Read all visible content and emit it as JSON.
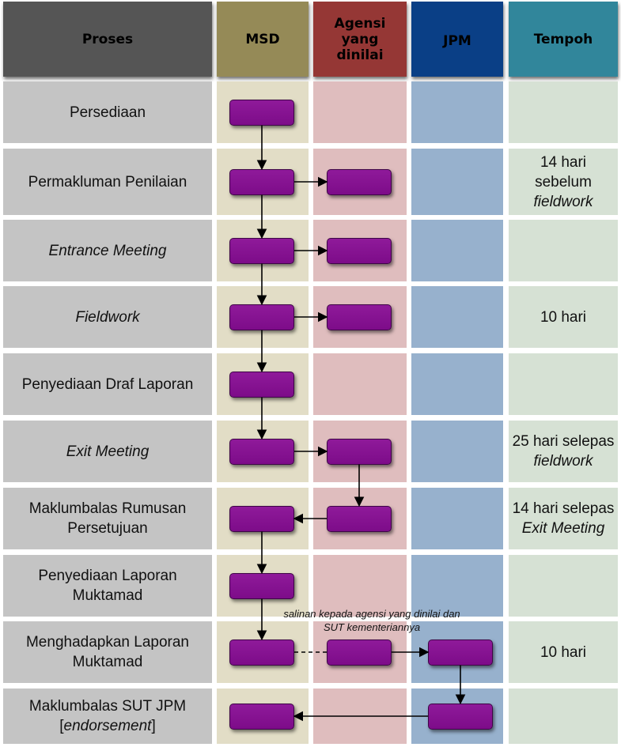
{
  "headers": {
    "proses": "Proses",
    "msd": "MSD",
    "agensi_line1": "Agensi",
    "agensi_line2": "yang",
    "agensi_line3": "dinilai",
    "jpm": "JPM",
    "tempoh": "Tempoh"
  },
  "header_colors": {
    "proses": "#555555",
    "msd": "#958a57",
    "agensi": "#953735",
    "jpm": "#0a3f86",
    "tempoh": "#31869b"
  },
  "lane_colors": {
    "proses": "#c4c4c4",
    "msd": "#e2ddc6",
    "agensi": "#dfbdbe",
    "jpm": "#97b1cd",
    "tempoh": "#d6e1d4"
  },
  "box_color": "#7d0c89",
  "rows": [
    {
      "process": [
        "Persediaan"
      ],
      "process_italic": false,
      "tempoh": []
    },
    {
      "process": [
        "Permakluman Penilaian"
      ],
      "process_italic": false,
      "tempoh": [
        {
          "text": "14 hari",
          "italic": false
        },
        {
          "text": "sebelum",
          "italic": false
        },
        {
          "text": "fieldwork",
          "italic": true
        }
      ]
    },
    {
      "process": [
        "Entrance Meeting"
      ],
      "process_italic": true,
      "tempoh": []
    },
    {
      "process": [
        "Fieldwork"
      ],
      "process_italic": true,
      "tempoh": [
        {
          "text": "10 hari",
          "italic": false
        }
      ]
    },
    {
      "process": [
        "Penyediaan Draf Laporan"
      ],
      "process_italic": false,
      "tempoh": []
    },
    {
      "process": [
        "Exit Meeting"
      ],
      "process_italic": true,
      "tempoh": [
        {
          "text": "25 hari selepas",
          "italic": false
        },
        {
          "text": "fieldwork",
          "italic": true
        }
      ]
    },
    {
      "process": [
        "Maklumbalas Rumusan",
        "Persetujuan"
      ],
      "process_italic": false,
      "tempoh": [
        {
          "text": "14 hari selepas",
          "italic": false
        },
        {
          "text": "Exit Meeting",
          "italic": true
        }
      ]
    },
    {
      "process": [
        "Penyediaan Laporan Muktamad"
      ],
      "process_italic": false,
      "tempoh": []
    },
    {
      "process": [
        "Menghadapkan Laporan",
        "Muktamad"
      ],
      "process_italic": false,
      "tempoh": [
        {
          "text": "10 hari",
          "italic": false
        }
      ]
    },
    {
      "process": [
        "Maklumbalas SUT JPM",
        "[endorsement]"
      ],
      "process_italic": false,
      "italic_word": "endorsement",
      "tempoh": []
    }
  ],
  "boxes": [
    {
      "row": 0,
      "lane": "msd"
    },
    {
      "row": 1,
      "lane": "msd"
    },
    {
      "row": 1,
      "lane": "agensi"
    },
    {
      "row": 2,
      "lane": "msd"
    },
    {
      "row": 2,
      "lane": "agensi"
    },
    {
      "row": 3,
      "lane": "msd"
    },
    {
      "row": 3,
      "lane": "agensi"
    },
    {
      "row": 4,
      "lane": "msd"
    },
    {
      "row": 5,
      "lane": "msd"
    },
    {
      "row": 5,
      "lane": "agensi"
    },
    {
      "row": 6,
      "lane": "msd"
    },
    {
      "row": 6,
      "lane": "agensi"
    },
    {
      "row": 7,
      "lane": "msd"
    },
    {
      "row": 8,
      "lane": "msd"
    },
    {
      "row": 8,
      "lane": "agensi"
    },
    {
      "row": 8,
      "lane": "jpm"
    },
    {
      "row": 9,
      "lane": "msd"
    },
    {
      "row": 9,
      "lane": "jpm"
    }
  ],
  "connectors": [
    {
      "from": [
        0,
        "msd"
      ],
      "to": [
        1,
        "msd"
      ],
      "dir": "down"
    },
    {
      "from": [
        1,
        "msd"
      ],
      "to": [
        2,
        "msd"
      ],
      "dir": "down"
    },
    {
      "from": [
        2,
        "msd"
      ],
      "to": [
        3,
        "msd"
      ],
      "dir": "down"
    },
    {
      "from": [
        3,
        "msd"
      ],
      "to": [
        4,
        "msd"
      ],
      "dir": "down"
    },
    {
      "from": [
        4,
        "msd"
      ],
      "to": [
        5,
        "msd"
      ],
      "dir": "down"
    },
    {
      "from": [
        6,
        "msd"
      ],
      "to": [
        7,
        "msd"
      ],
      "dir": "down"
    },
    {
      "from": [
        7,
        "msd"
      ],
      "to": [
        8,
        "msd"
      ],
      "dir": "down"
    },
    {
      "from": [
        8,
        "jpm"
      ],
      "to": [
        9,
        "jpm"
      ],
      "dir": "down"
    },
    {
      "from": [
        5,
        "agensi"
      ],
      "to": [
        6,
        "agensi"
      ],
      "dir": "down"
    },
    {
      "from": [
        1,
        "msd"
      ],
      "to": [
        1,
        "agensi"
      ],
      "dir": "right"
    },
    {
      "from": [
        2,
        "msd"
      ],
      "to": [
        2,
        "agensi"
      ],
      "dir": "right"
    },
    {
      "from": [
        3,
        "msd"
      ],
      "to": [
        3,
        "agensi"
      ],
      "dir": "right"
    },
    {
      "from": [
        5,
        "msd"
      ],
      "to": [
        5,
        "agensi"
      ],
      "dir": "right"
    },
    {
      "from": [
        6,
        "agensi"
      ],
      "to": [
        6,
        "msd"
      ],
      "dir": "left"
    },
    {
      "from": [
        8,
        "msd"
      ],
      "to": [
        8,
        "agensi"
      ],
      "dir": "dashed"
    },
    {
      "from": [
        8,
        "agensi"
      ],
      "to": [
        8,
        "jpm"
      ],
      "dir": "right"
    },
    {
      "from": [
        9,
        "jpm"
      ],
      "to": [
        9,
        "msd"
      ],
      "dir": "left"
    }
  ],
  "note": {
    "line1": "salinan kepada agensi yang dinilai dan",
    "line2": "SUT kementeriannya"
  }
}
